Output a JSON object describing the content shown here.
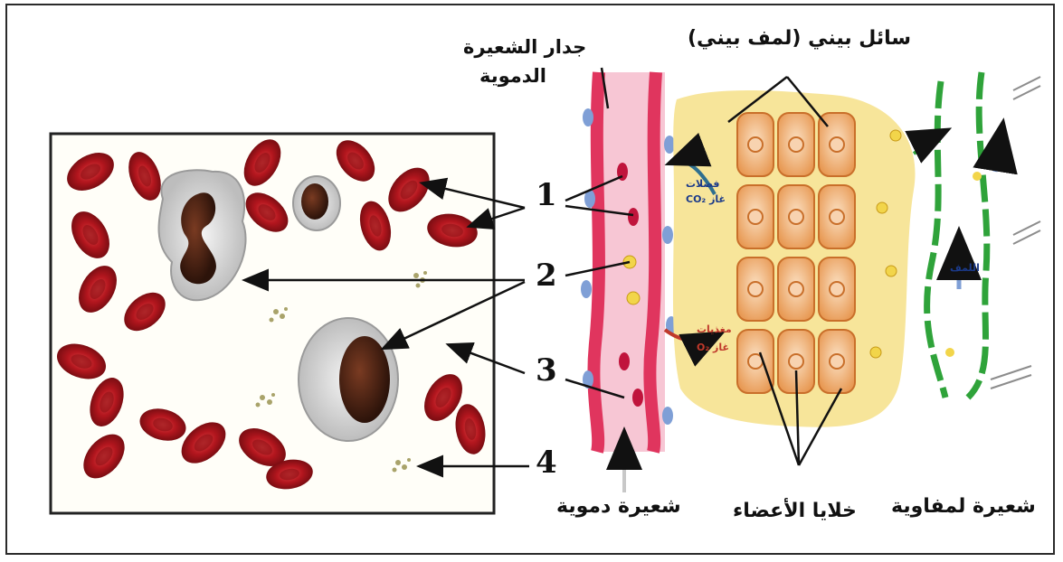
{
  "labels": {
    "capillary_wall": [
      "جدار الشعيرة",
      "الدموية"
    ],
    "interstitial_fluid": "سائل بيني (لمف بيني)",
    "blood_capillary": "شعيرة دموية",
    "organ_cells": "خلايا الأعضاء",
    "lymph_capillary": "شعيرة لمفاوية",
    "waste_co2": [
      "فضلات",
      "غاز CO₂"
    ],
    "nutrients_o2": [
      "مغذيات",
      "غاز O₂"
    ],
    "lymph": "اللمف"
  },
  "numbers": [
    "1",
    "2",
    "3",
    "4"
  ],
  "colors": {
    "red_blood_cell": "#b3161e",
    "plasma": "#fbf3cf",
    "capillary_wall": "#e0355e",
    "interstitial": "#f7e59a",
    "organ_cell": "#f0b27a",
    "lymph_vessel": "#2fa33a",
    "arrow_blue": "#7f9fd6"
  }
}
